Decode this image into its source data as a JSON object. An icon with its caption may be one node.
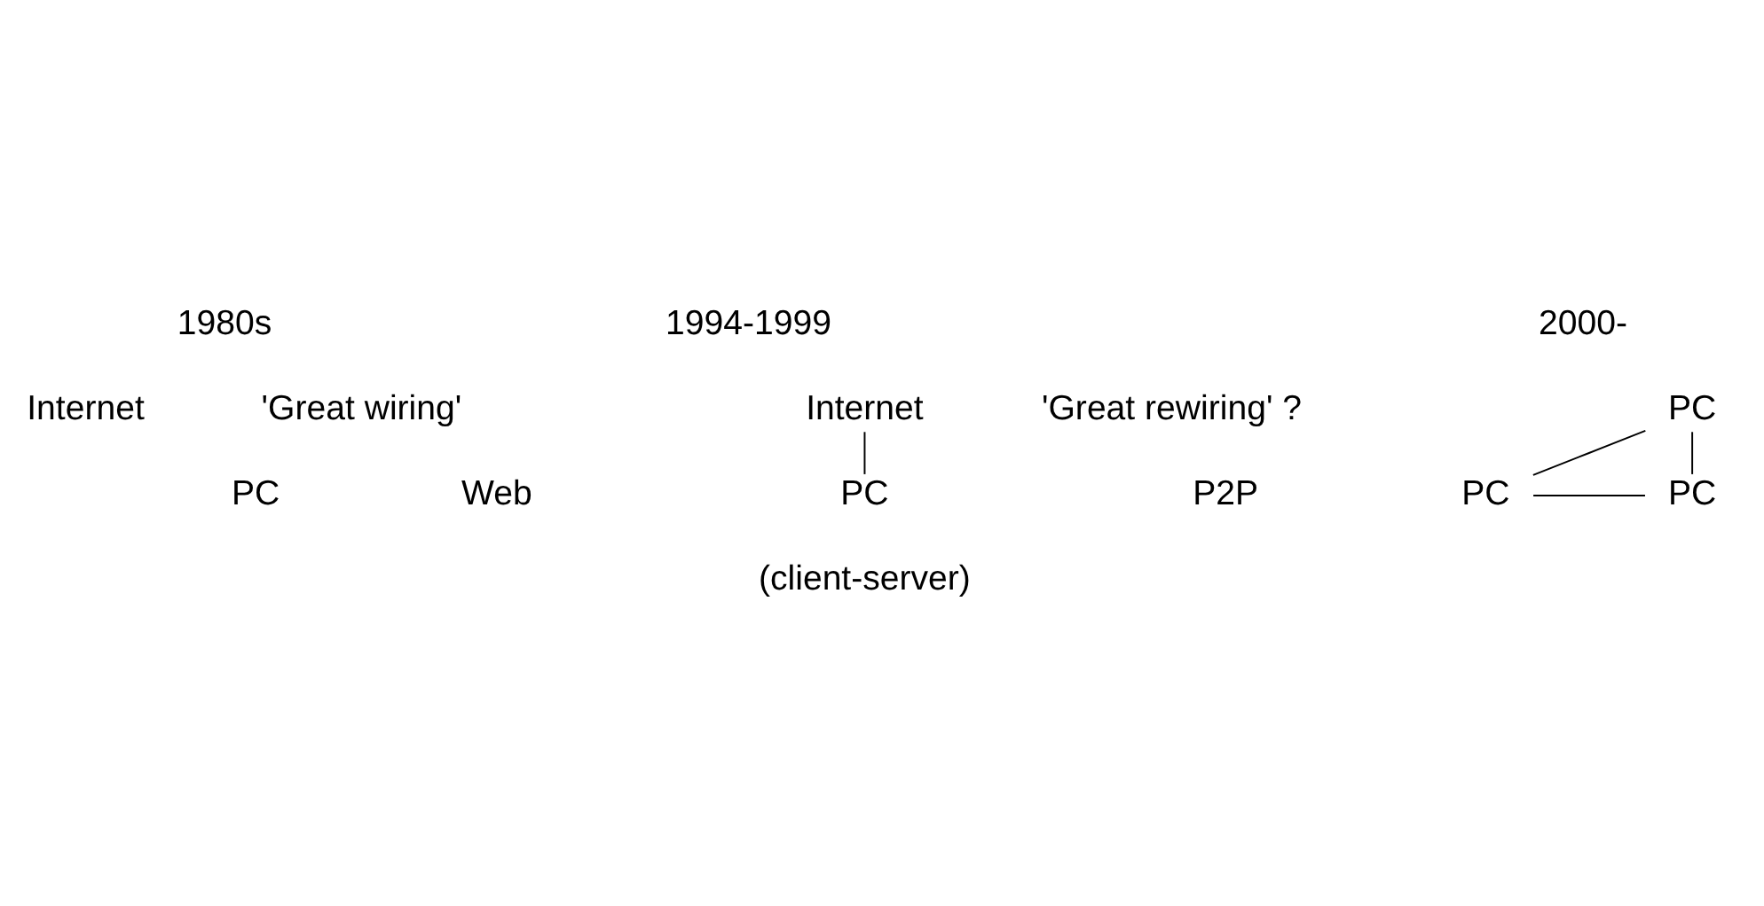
{
  "diagram": {
    "nodes": [
      {
        "text": [
          "Internet"
        ]
      },
      {
        "text": [
          "PC"
        ]
      },
      {
        "text": [
          "PC"
        ]
      },
      {
        "text": [
          "PC"
        ]
      },
      {
        "text": [
          "PC"
        ]
      }
    ],
    "edges": [
      {
        "from": 0,
        "to": 1,
        "arrow": "none"
      },
      {
        "from": 2,
        "to": 3,
        "arrow": "none"
      },
      {
        "from": 2,
        "to": 4,
        "arrow": "none"
      },
      {
        "from": 3,
        "to": 4,
        "arrow": "none"
      }
    ],
    "labels": [
      "'Great wiring'",
      "'Great rewiring' ?",
      "Web",
      "P2P",
      "1980s",
      "1994-1999",
      "2000-",
      "Internet",
      "PC",
      "(client-server)"
    ]
  }
}
